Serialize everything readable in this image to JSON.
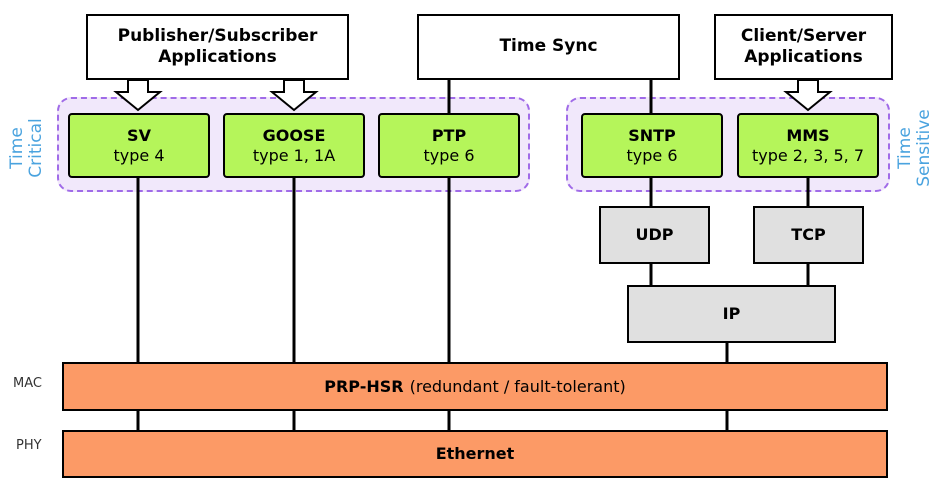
{
  "applications": {
    "pubsub": "Publisher/Subscriber Applications",
    "timesync": "Time Sync",
    "clientserver": "Client/Server Applications"
  },
  "groups": {
    "left": "Time Critical",
    "right": "Time Sensitive"
  },
  "protocols": [
    {
      "name": "SV",
      "type": "type 4"
    },
    {
      "name": "GOOSE",
      "type": "type 1, 1A"
    },
    {
      "name": "PTP",
      "type": "type 6"
    },
    {
      "name": "SNTP",
      "type": "type 6"
    },
    {
      "name": "MMS",
      "type": "type 2, 3, 5, 7"
    }
  ],
  "transport": {
    "udp": "UDP",
    "tcp": "TCP",
    "ip": "IP"
  },
  "layers": {
    "mac_label": "MAC",
    "phy_label": "PHY",
    "prp_name": "PRP-HSR",
    "prp_desc": "(redundant / fault-tolerant)",
    "ethernet": "Ethernet"
  }
}
